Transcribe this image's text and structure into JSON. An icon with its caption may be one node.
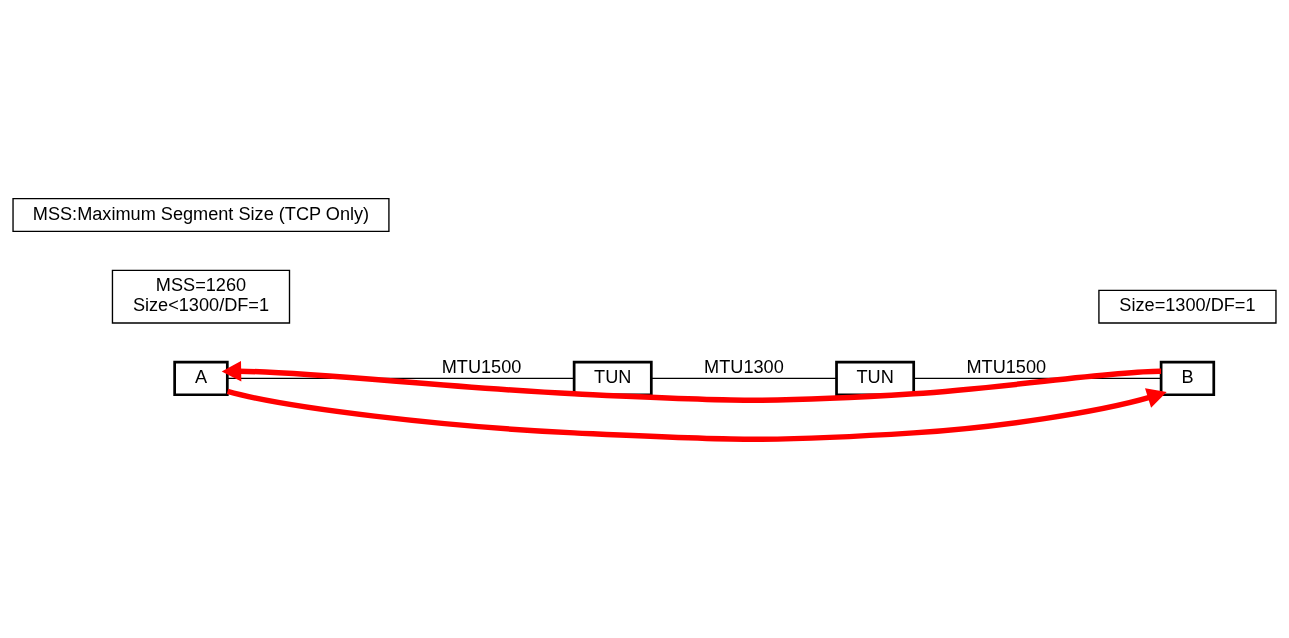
{
  "diagram": {
    "nodes": [
      {
        "text": [
          "A"
        ]
      },
      {
        "text": [
          "TUN"
        ]
      },
      {
        "text": [
          "TUN"
        ]
      },
      {
        "text": [
          "B"
        ]
      },
      {
        "text": [
          "MSS=1260",
          "Size<1300/DF=1"
        ]
      },
      {
        "text": [
          "Size=1300/DF=1"
        ]
      },
      {
        "text": [
          "MSS:Maximum Segment Size (TCP Only)"
        ]
      }
    ],
    "edges": [
      {
        "from": 0,
        "to": 1,
        "arrow": "none",
        "label": "MTU1500"
      },
      {
        "from": 1,
        "to": 2,
        "arrow": "none",
        "label": "MTU1300"
      },
      {
        "from": 2,
        "to": 3,
        "arrow": "none",
        "label": "MTU1500"
      },
      {
        "from": 0,
        "to": 3,
        "arrow": "to",
        "style": "thick",
        "color": "#ff0000"
      },
      {
        "from": 3,
        "to": 0,
        "arrow": "to",
        "style": "thick",
        "color": "#ff0000"
      }
    ]
  }
}
